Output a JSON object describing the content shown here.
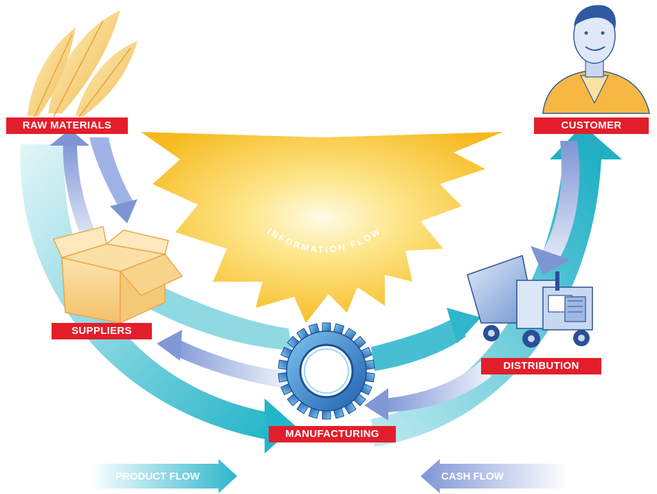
{
  "diagram": {
    "center_label": "INFORMATION FLOW",
    "nodes": [
      {
        "id": "raw-materials",
        "label": "RAW MATERIALS",
        "icon": "wheat-icon"
      },
      {
        "id": "suppliers",
        "label": "SUPPLIERS",
        "icon": "box-icon"
      },
      {
        "id": "manufacturing",
        "label": "MANUFACTURING",
        "icon": "gear-icon"
      },
      {
        "id": "distribution",
        "label": "DISTRIBUTION",
        "icon": "truck-icon"
      },
      {
        "id": "customer",
        "label": "CUSTOMER",
        "icon": "customer-icon"
      }
    ],
    "legend": {
      "product_flow": "PRODUCT FLOW",
      "cash_flow": "CASH FLOW"
    },
    "colors": {
      "label_red": "#e31e2b",
      "product_flow_teal": "#33bfd0",
      "cash_flow_blue": "#8ea4dd",
      "sun_yellow": "#f7c21a",
      "gear_blue": "#2f6fc0"
    }
  }
}
